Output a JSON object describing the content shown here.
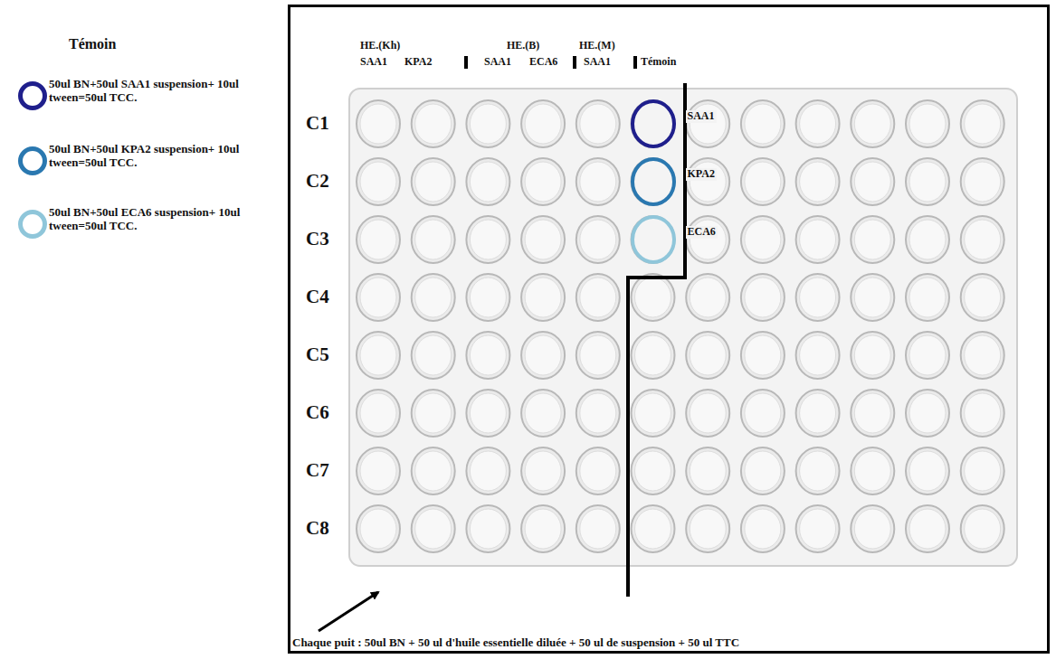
{
  "diagram": {
    "title": "Témoin",
    "nodes": [
      {
        "text": [
          "SAA1"
        ]
      },
      {
        "text": [
          "KPA2"
        ]
      },
      {
        "text": [
          "ECA6"
        ]
      }
    ],
    "labels": [
      "HE.(Kh)",
      "SAA1",
      "KPA2",
      "HE.(B)",
      "SAA1",
      "ECA6",
      "HE.(M)",
      "SAA1",
      "Témoin",
      "C1",
      "C2",
      "C3",
      "C4",
      "C5",
      "C6",
      "C7",
      "C8",
      "Chaque puit : 50ul BN + 50 ul d'huile essentielle diluée + 50 ul de suspension + 50 ul TTC"
    ],
    "legend": [
      {
        "text": "50ul BN+50ul SAA1 suspension+ 10ul tween=50ul TCC.",
        "color": "#1f1f8c"
      },
      {
        "text": "50ul BN+50ul KPA2 suspension+ 10ul tween=50ul TCC.",
        "color": "#2a78b0"
      },
      {
        "text": "50ul BN+50ul ECA6 suspension+ 10ul tween=50ul TCC.",
        "color": "#8fc6da"
      }
    ]
  }
}
